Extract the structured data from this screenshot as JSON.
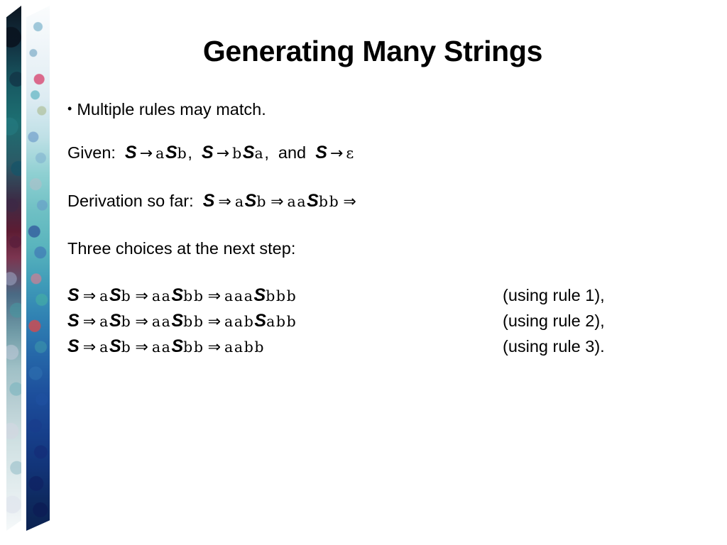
{
  "slide": {
    "title": "Generating Many Strings",
    "bullet": {
      "marker": "•",
      "text": "Multiple rules may match."
    },
    "given": {
      "label": "Given:",
      "rules": [
        {
          "lhs": "S",
          "arrow": "→",
          "rhs_pre": "a",
          "rhs_nt": "S",
          "rhs_post": "b",
          "sep": ","
        },
        {
          "lhs": "S",
          "arrow": "→",
          "rhs_pre": "b",
          "rhs_nt": "S",
          "rhs_post": "a",
          "sep": ","
        },
        {
          "conjunction": "and",
          "lhs": "S",
          "arrow": "→",
          "rhs_epsilon": "ε",
          "sep": ""
        }
      ]
    },
    "derivation_so_far": {
      "label": "Derivation so far:",
      "steps": [
        {
          "pre": "",
          "nt": "S",
          "post": ""
        },
        {
          "pre": "a",
          "nt": "S",
          "post": "b"
        },
        {
          "pre": "aa",
          "nt": "S",
          "post": "bb"
        }
      ],
      "trailing_arrow": "⇒"
    },
    "choices_heading": "Three choices at the next step:",
    "derivations": [
      {
        "steps": [
          {
            "pre": "",
            "nt": "S",
            "post": ""
          },
          {
            "pre": "a",
            "nt": "S",
            "post": "b"
          },
          {
            "pre": "aa",
            "nt": "S",
            "post": "bb"
          },
          {
            "pre": "aaa",
            "nt": "S",
            "post": "bbb"
          }
        ],
        "note": "(using rule 1),"
      },
      {
        "steps": [
          {
            "pre": "",
            "nt": "S",
            "post": ""
          },
          {
            "pre": "a",
            "nt": "S",
            "post": "b"
          },
          {
            "pre": "aa",
            "nt": "S",
            "post": "bb"
          },
          {
            "pre": "aab",
            "nt": "S",
            "post": "abb"
          }
        ],
        "note": "(using rule 2),"
      },
      {
        "steps": [
          {
            "pre": "",
            "nt": "S",
            "post": ""
          },
          {
            "pre": "a",
            "nt": "S",
            "post": "b"
          },
          {
            "pre": "aa",
            "nt": "S",
            "post": "bb"
          },
          {
            "pre": "aabb",
            "nt": "",
            "post": ""
          }
        ],
        "note": "(using rule 3)."
      }
    ],
    "symbols": {
      "single_arrow": "→",
      "double_arrow": "⇒",
      "epsilon": "ε",
      "bullet": "•"
    },
    "colors": {
      "background": "#ffffff",
      "text": "#000000",
      "deco_dark_top": "#0c1520",
      "deco_dark_bottom": "#f6f9fa",
      "deco_light_top": "#fafcfd",
      "deco_light_bottom": "#0b2250"
    }
  }
}
